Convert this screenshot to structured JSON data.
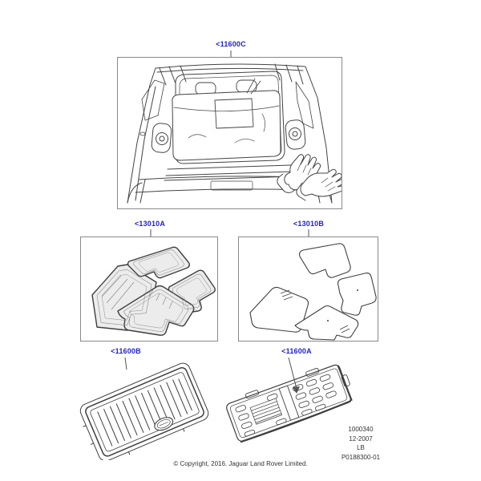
{
  "panels": {
    "vehicle": {
      "label": "<11600C"
    },
    "rubber_mats": {
      "label": "<13010A"
    },
    "carpet_mats": {
      "label": "<13010B"
    },
    "loadspace_tray": {
      "label": "<11600B"
    },
    "loadspace_mat": {
      "label": "<11600A"
    }
  },
  "info_block": {
    "line1": "1000340",
    "line2": "12-2007",
    "line3": "LB",
    "line4": "P0188300-01"
  },
  "copyright": "© Copyright, 2016. Jaguar Land Rover Limited.",
  "colors": {
    "label_blue": "#2222cc",
    "line_dark": "#444444",
    "box_border": "#8a8a8a"
  }
}
